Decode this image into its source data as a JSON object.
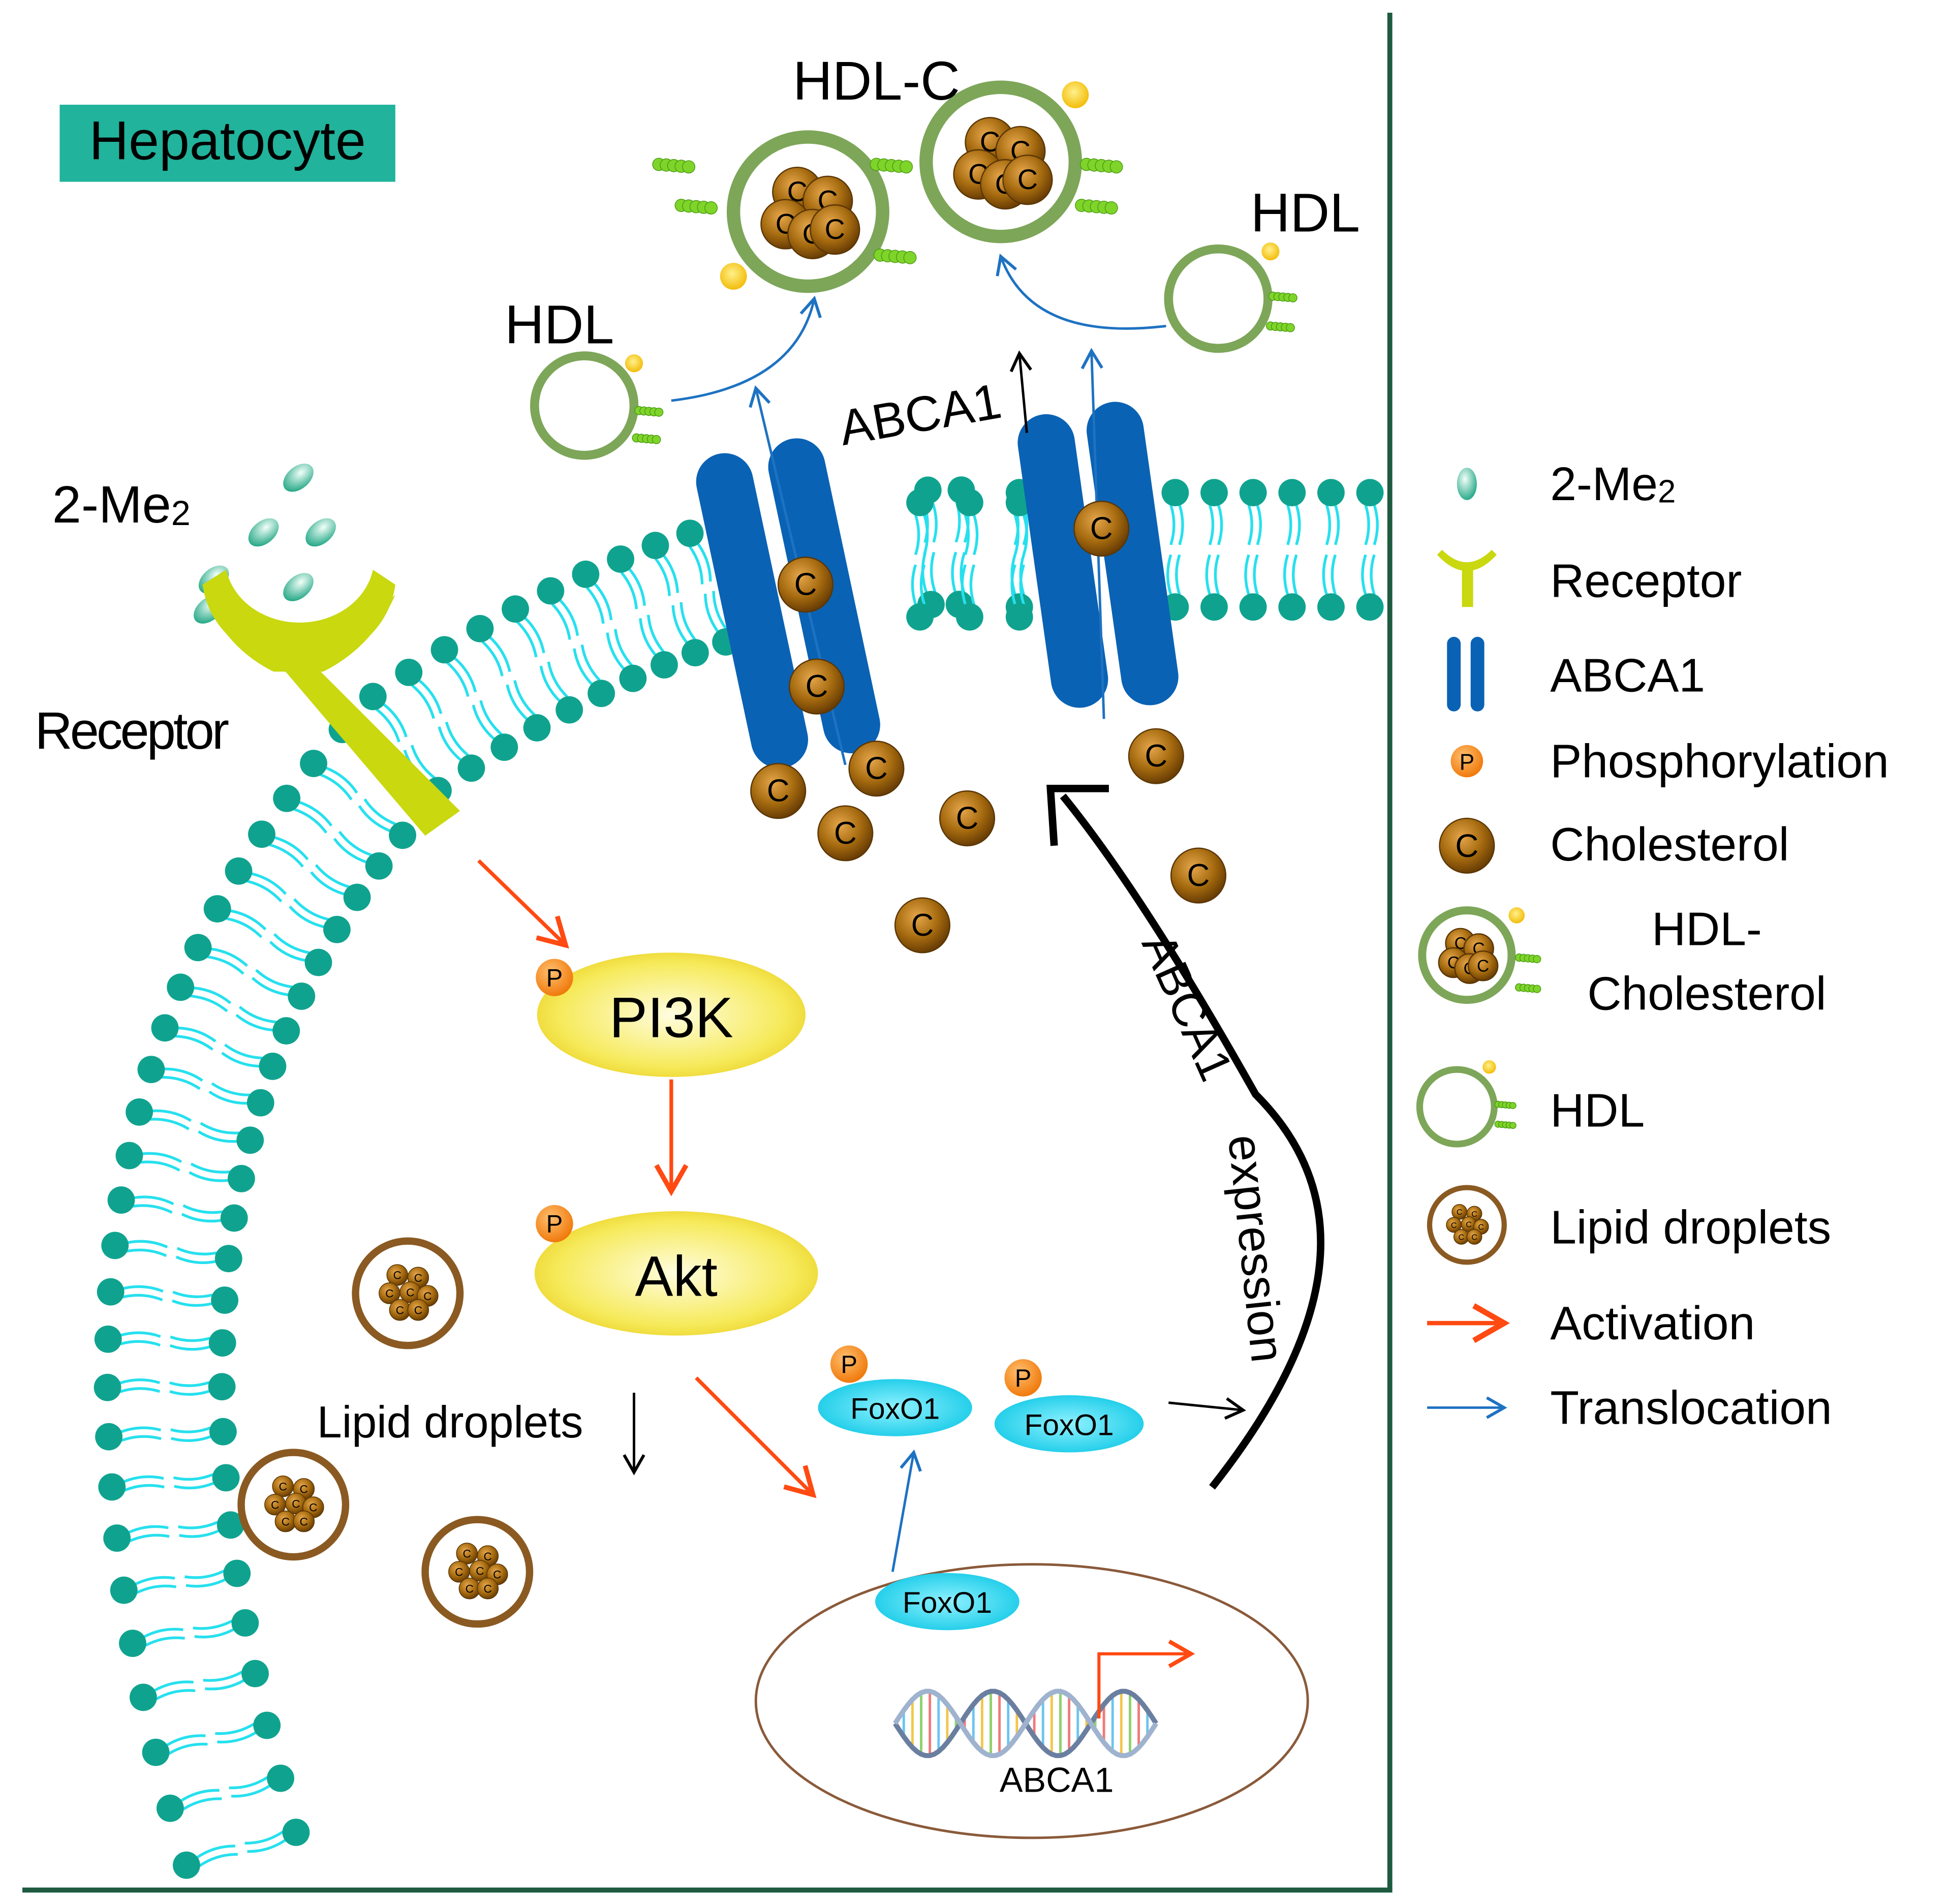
{
  "title_box": {
    "label": "Hepatocyte"
  },
  "labels": {
    "hdl_c": "HDL-C",
    "hdl_left": "HDL",
    "hdl_right": "HDL",
    "abca1_membrane": "ABCA1",
    "me2": "2-Me",
    "me2_sub": "2",
    "receptor": "Receptor",
    "pi3k": "PI3K",
    "akt": "Akt",
    "lipid_droplets": "Lipid droplets",
    "foxo1_a": "FoxO1",
    "foxo1_b": "FoxO1",
    "foxo1_nucleus": "FoxO1",
    "abca1_gene": "ABCA1",
    "abca1_arrow_1": "ABCA1",
    "abca1_arrow_2": "expression",
    "phospho": "P",
    "chol": "C"
  },
  "legend": {
    "items": [
      {
        "icon": "2-me2-icon",
        "label": "2-Me",
        "sub": "2"
      },
      {
        "icon": "receptor-icon",
        "label": "Receptor"
      },
      {
        "icon": "abca1-icon",
        "label": "ABCA1"
      },
      {
        "icon": "phosphorylation-icon",
        "label": "Phosphorylation"
      },
      {
        "icon": "cholesterol-icon",
        "label": "Cholesterol"
      },
      {
        "icon": "hdl-cholesterol-icon",
        "label": "HDL-",
        "label2": "Cholesterol"
      },
      {
        "icon": "hdl-icon",
        "label": "HDL"
      },
      {
        "icon": "lipid-droplet-icon",
        "label": "Lipid droplets"
      },
      {
        "icon": "activation-arrow-icon",
        "label": "Activation"
      },
      {
        "icon": "translocation-arrow-icon",
        "label": "Translocation"
      }
    ]
  },
  "colors": {
    "membrane_head": "#0fa38f",
    "membrane_tail": "#26e0ee",
    "border": "#1d5a3f",
    "title_bg": "#21b39c",
    "receptor": "#c9d80f",
    "abca1": "#0a62b4",
    "activation": "#ff4a12",
    "translocation": "#1e72c2",
    "hdl_ring": "#7da659",
    "cholesterol": "#a56a0f",
    "phospho": "#f68c1f",
    "foxo1": "#1dd3ee",
    "pi3k_akt": "#f6e54a",
    "nucleus": "#8a5a3a"
  }
}
